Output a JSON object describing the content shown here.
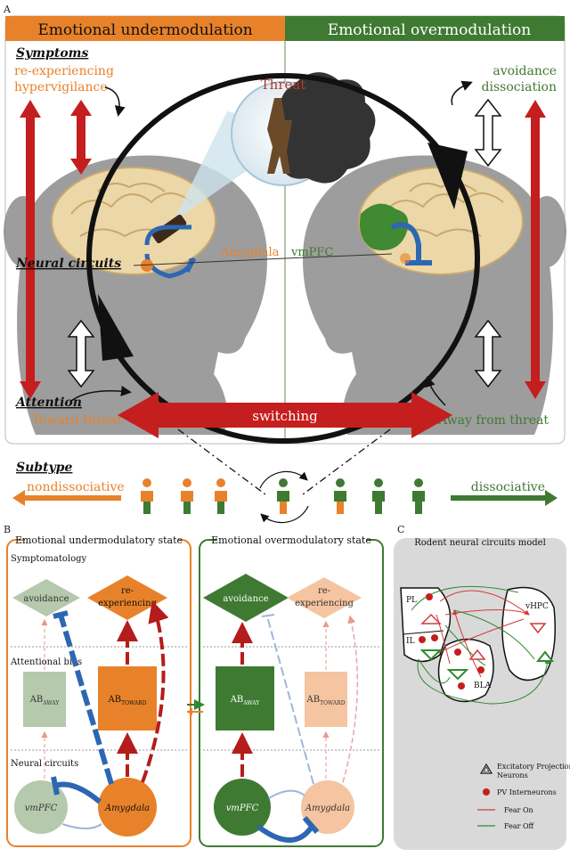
{
  "panel_a": {
    "label": "A",
    "left_header": "Emotional undermodulation",
    "right_header": "Emotional overmodulation",
    "symptoms_label": "Symptoms",
    "left_symptoms": [
      "re-experiencing",
      "hypervigilance"
    ],
    "right_symptoms": [
      "avoidance",
      "dissociation"
    ],
    "threat_label": "Threat",
    "neural_circuits_label": "Neural circuits",
    "amygdala_label": "Amygdala",
    "vmpfc_label": "vmPFC",
    "attention_label": "Attention",
    "toward_threat": "Toward threat",
    "away_from_threat": "Away from threat",
    "switching": "switching",
    "subtype_label": "Subtype",
    "nondissociative": "nondissociative",
    "dissociative": "dissociative"
  },
  "panel_b": {
    "label": "B",
    "left_title": "Emotional undermodulatory state",
    "right_title": "Emotional overmodulatory state",
    "row_symptomatology": "Symptomatology",
    "row_attentional_bias": "Attentional bias",
    "row_neural_circuits": "Neural circuits",
    "avoidance": "avoidance",
    "re_line1": "re-",
    "re_line2": "experiencing",
    "ab_base": "AB",
    "ab_away_sub": "AWAY",
    "ab_toward_sub": "TOWARD",
    "vmpfc": "vmPFC",
    "amygdala": "Amygdala"
  },
  "panel_c": {
    "label": "C",
    "title": "Rodent neural circuits model",
    "regions": [
      "PL",
      "IL",
      "vHPC",
      "BLA"
    ],
    "legend": {
      "excitatory_line1": "Excitatory Projection",
      "excitatory_line2": "Neurons",
      "pv": "PV Interneurons",
      "fear_on": "Fear On",
      "fear_off": "Fear Off"
    }
  },
  "colors": {
    "orange": "#e8822a",
    "light_orange": "#f2b98a",
    "green": "#3f7a33",
    "light_green": "#9db795",
    "red": "#c51e1e",
    "blue": "#2d67b2",
    "light_blue": "#9eb7d9",
    "gray_panel": "#d9d9d9"
  }
}
